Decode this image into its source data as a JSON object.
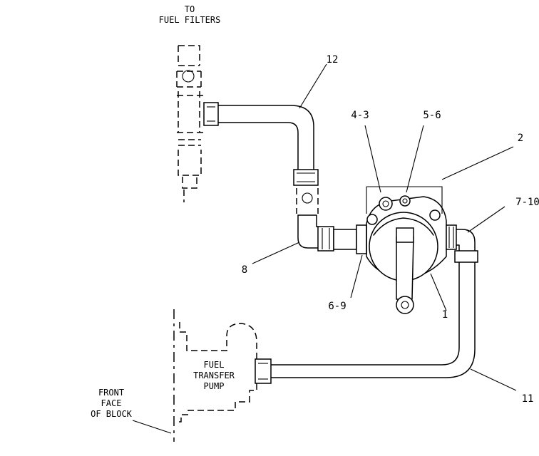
{
  "labels": {
    "to_fuel_filters_1": "TO",
    "to_fuel_filters_2": "FUEL FILTERS",
    "transfer_pump_1": "FUEL",
    "transfer_pump_2": "TRANSFER",
    "transfer_pump_3": "PUMP",
    "front_face_1": "FRONT",
    "front_face_2": "FACE",
    "front_face_3": "OF BLOCK"
  },
  "callouts": {
    "c12": "12",
    "c4_3": "4-3",
    "c5_6": "5-6",
    "c2": "2",
    "c7_10": "7-10",
    "c8": "8",
    "c6_9": "6-9",
    "c1": "1",
    "c11": "11"
  }
}
